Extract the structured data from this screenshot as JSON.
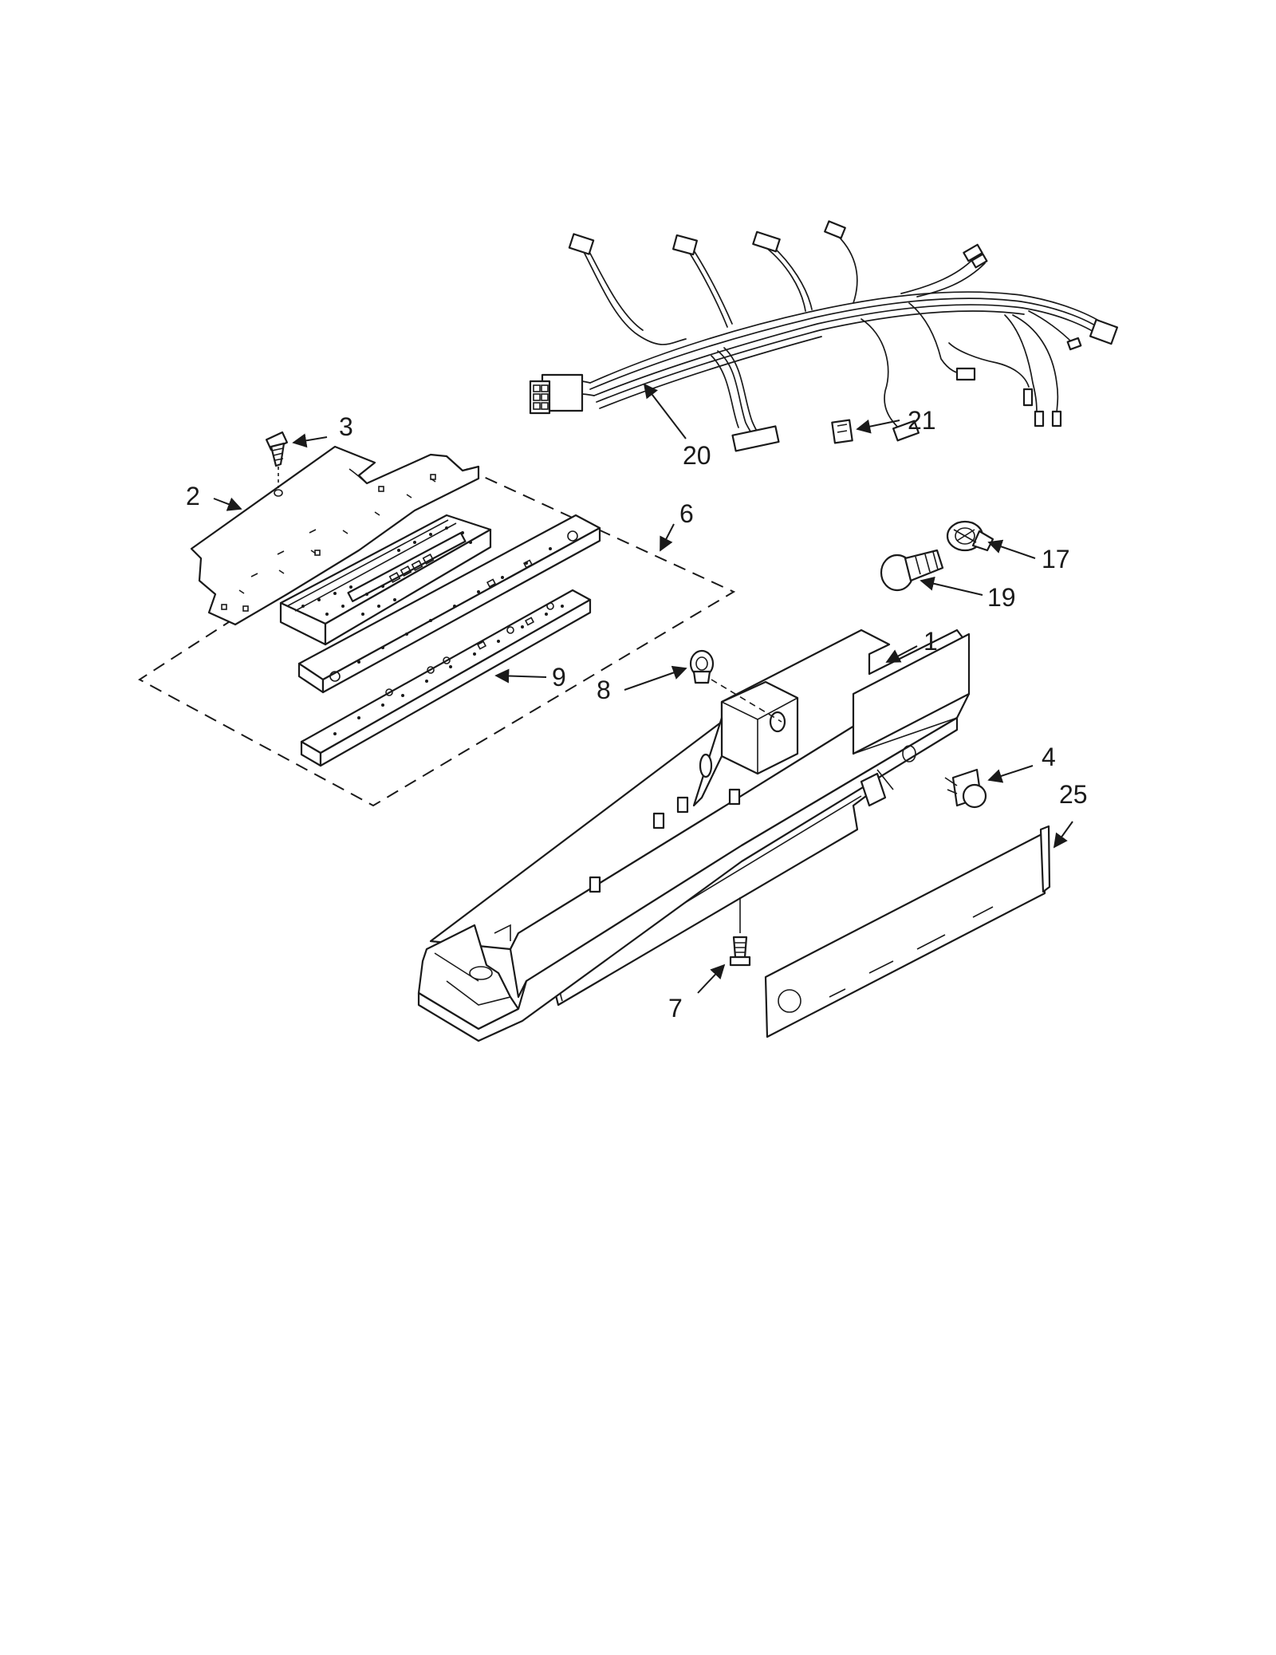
{
  "callouts": {
    "c1": "1",
    "c2": "2",
    "c3": "3",
    "c4": "4",
    "c6": "6",
    "c7": "7",
    "c8": "8",
    "c9": "9",
    "c17": "17",
    "c19": "19",
    "c20": "20",
    "c21": "21",
    "c25": "25"
  },
  "colors": {
    "ink": "#1a1a1a",
    "paper": "#ffffff"
  }
}
